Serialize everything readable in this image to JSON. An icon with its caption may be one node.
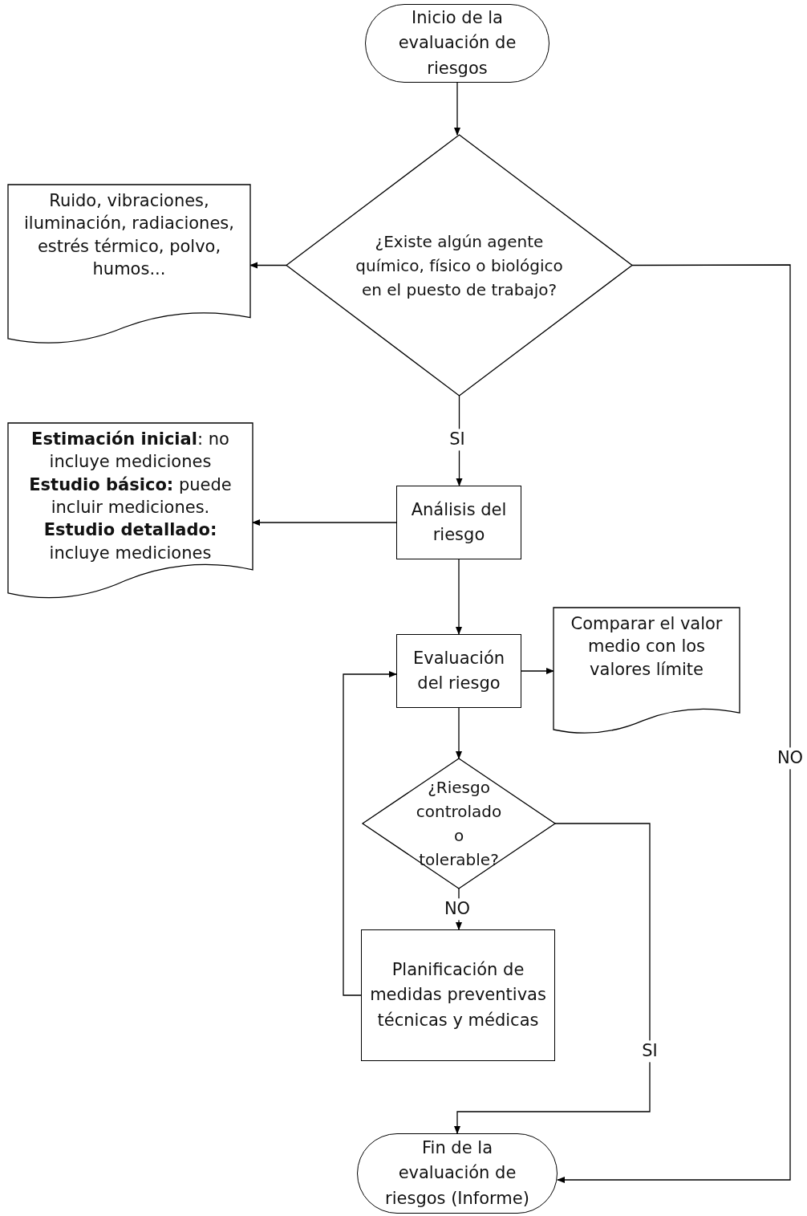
{
  "diagram": {
    "nodes": [
      {
        "text": [
          "Inicio de la evaluación de riesgos"
        ]
      },
      {
        "text": [
          "¿Existe algún agente químico, físico o biológico en el puesto de trabajo?"
        ]
      },
      {
        "text": [
          "Ruido, vibraciones, iluminación, radiaciones, estrés térmico, polvo, humos..."
        ]
      },
      {
        "text": [
          "Análisis del riesgo"
        ]
      },
      {
        "text": [
          "**Estimación inicial**: no incluye mediciones",
          "**Estudio básico:** puede incluir mediciones.",
          "**Estudio detallado:** incluye mediciones"
        ]
      },
      {
        "text": [
          "Evaluación del riesgo"
        ]
      },
      {
        "text": [
          "Comparar el valor medio con los valores límite"
        ]
      },
      {
        "text": [
          "¿Riesgo controlado o tolerable?"
        ]
      },
      {
        "text": [
          "Planificación de medidas preventivas técnicas y médicas"
        ]
      },
      {
        "text": [
          "Fin de la evaluación de riesgos (Informe)"
        ]
      }
    ],
    "edges": [
      {
        "from": 0,
        "to": 1,
        "arrow": "to"
      },
      {
        "from": 1,
        "to": 2,
        "arrow": "to"
      },
      {
        "from": 1,
        "to": 3,
        "arrow": "to",
        "label": "SI"
      },
      {
        "from": 3,
        "to": 4,
        "arrow": "to"
      },
      {
        "from": 3,
        "to": 5,
        "arrow": "to"
      },
      {
        "from": 5,
        "to": 6,
        "arrow": "to"
      },
      {
        "from": 5,
        "to": 7,
        "arrow": "to"
      },
      {
        "from": 7,
        "to": 8,
        "arrow": "to",
        "label": "NO"
      },
      {
        "from": 8,
        "to": 5,
        "arrow": "to"
      },
      {
        "from": 7,
        "to": 9,
        "arrow": "to",
        "label": "SI"
      },
      {
        "from": 1,
        "to": 9,
        "arrow": "to",
        "label": "NO"
      }
    ]
  }
}
